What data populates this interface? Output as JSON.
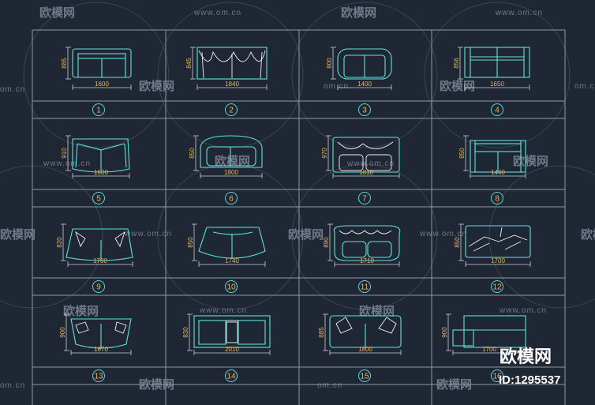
{
  "watermark": {
    "url": "www.om.cn",
    "url_short": "om.cn",
    "logo_text": "欧模网"
  },
  "brand": {
    "name": "欧模网",
    "id_text": "ID:1295537"
  },
  "sofas": [
    {
      "num": "1",
      "width": "1600",
      "depth": "885"
    },
    {
      "num": "2",
      "width": "1840",
      "depth": "845"
    },
    {
      "num": "3",
      "width": "1400",
      "depth": "800"
    },
    {
      "num": "4",
      "width": "1650",
      "depth": "856"
    },
    {
      "num": "5",
      "width": "1600",
      "depth": "910"
    },
    {
      "num": "6",
      "width": "1800",
      "depth": "850"
    },
    {
      "num": "7",
      "width": "1810",
      "depth": "970"
    },
    {
      "num": "8",
      "width": "1440",
      "depth": "850"
    },
    {
      "num": "9",
      "width": "1700",
      "depth": "820"
    },
    {
      "num": "10",
      "width": "1740",
      "depth": "850"
    },
    {
      "num": "11",
      "width": "1710",
      "depth": "890"
    },
    {
      "num": "12",
      "width": "1700",
      "depth": "850"
    },
    {
      "num": "13",
      "width": "1870",
      "depth": "900"
    },
    {
      "num": "14",
      "width": "2010",
      "depth": "830"
    },
    {
      "num": "15",
      "width": "1800",
      "depth": "885"
    },
    {
      "num": "16",
      "width": "1700",
      "depth": "900"
    }
  ]
}
